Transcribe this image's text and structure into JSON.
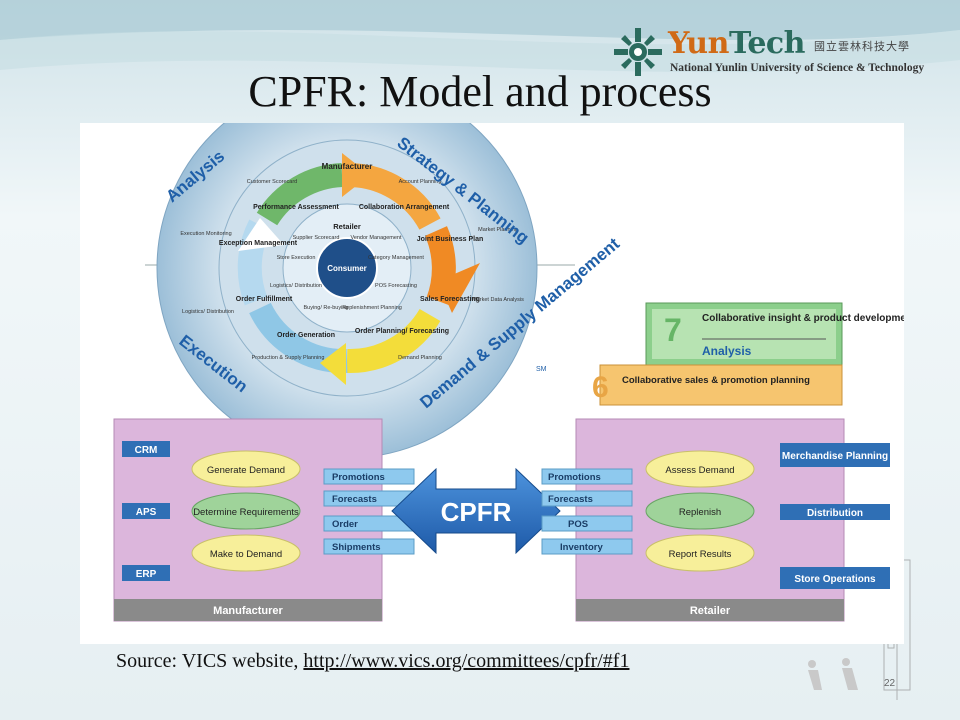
{
  "slide": {
    "title": "CPFR: Model and process",
    "source_prefix": "Source: VICS website, ",
    "source_link": "http://www.vics.org/committees/cpfr/#f1",
    "page_number": "22"
  },
  "logo": {
    "name_part1": "Yun",
    "name_part2": "Tech",
    "chinese": "國立雲林科技大學",
    "subtitle": "National Yunlin University of Science & Technology"
  },
  "cycle": {
    "quadrants": [
      "Analysis",
      "Strategy & Planning",
      "Demand & Supply Management",
      "Execution"
    ],
    "sm_mark": "SM",
    "center": "Consumer",
    "outer_role": "Manufacturer",
    "inner_role": "Retailer",
    "arrow_labels": [
      "Performance Assessment",
      "Collaboration Arrangement",
      "Joint Business Plan",
      "Sales Forecasting",
      "Order Planning/ Forecasting",
      "Order Generation",
      "Order Fulfillment",
      "Exception Management"
    ],
    "outer_labels": [
      "Customer Scorecard",
      "Account Planning",
      "Market Planning",
      "Market Data Analysis",
      "Demand Planning",
      "Production & Supply Planning",
      "Logistics/ Distribution",
      "Execution Monitoring"
    ],
    "inner_labels": [
      "Supplier Scorecard",
      "Vendor Management",
      "Category Management",
      "POS Forecasting",
      "Replenishment Planning",
      "Buying/ Re-buying",
      "Logistics/ Distribution",
      "Store Execution"
    ]
  },
  "steps_card": {
    "number7": "7",
    "card7_label": "Collaborative insight & product development",
    "card7_sub": "Analysis",
    "number6": "6",
    "card6_label": "Collaborative sales & promotion planning"
  },
  "process": {
    "cpfr_label": "CPFR",
    "manufacturer": {
      "footer": "Manufacturer",
      "systems": [
        "CRM",
        "APS",
        "ERP"
      ],
      "functions": [
        "Generate Demand",
        "Determine Requirements",
        "Make to Demand"
      ],
      "flows": [
        "Promotions",
        "Forecasts",
        "Order",
        "Shipments"
      ]
    },
    "retailer": {
      "footer": "Retailer",
      "flows": [
        "Promotions",
        "Forecasts",
        "POS",
        "Inventory"
      ],
      "functions": [
        "Assess Demand",
        "Replenish",
        "Report Results"
      ],
      "systems": [
        "Merchandise Planning",
        "Distribution",
        "Store Operations"
      ]
    }
  },
  "colors": {
    "title_text": "#111111",
    "blue_box": "#2f6fb5",
    "pink_panel": "#dcb6dc",
    "yellow_oval": "#f7ef9a",
    "green_oval": "#9fd39a",
    "cpfr_arrow": "#2a6fc0",
    "footer_gray": "#8a8a8a"
  }
}
